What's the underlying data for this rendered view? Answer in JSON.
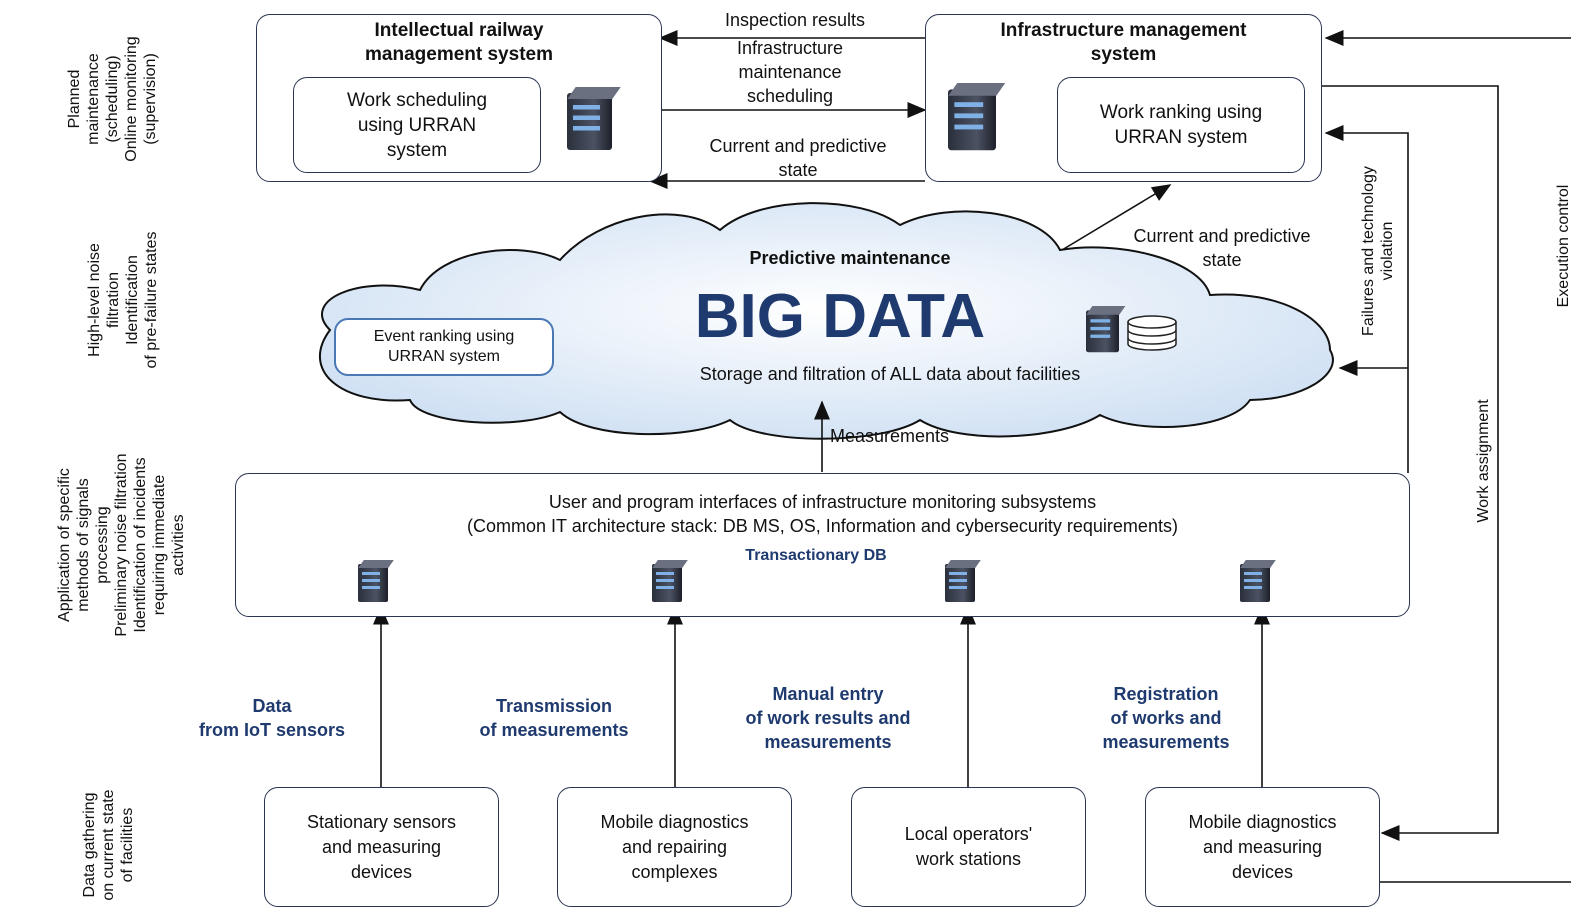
{
  "top_left_box": {
    "title": "Intellectual railway\nmanagement system",
    "inner": "Work scheduling\nusing URRAN\nsystem"
  },
  "top_right_box": {
    "title": "Infrastructure management\nsystem",
    "inner": "Work ranking using\nURRAN system"
  },
  "arrows_between": {
    "inspection": "Inspection results",
    "scheduling": "Infrastructure\nmaintenance\nscheduling",
    "state": "Current and predictive\nstate"
  },
  "cloud": {
    "subtitle": "Predictive maintenance",
    "big": "BIG DATA",
    "storage": "Storage and filtration of ALL data about facilities",
    "event_box": "Event ranking using\nURRAN system"
  },
  "cloud_arrow_label": "Current and predictive\nstate",
  "failures_label": "Failures and technology\nviolation",
  "work_assignment": "Work assignment",
  "execution_control": "Execution control",
  "measurements": "Measurements",
  "middle_box": {
    "line1": "User and program interfaces of infrastructure monitoring subsystems",
    "line2": "(Common IT architecture stack: DB MS, OS, Information and cybersecurity requirements)",
    "db_label": "Transactionary DB"
  },
  "flows": [
    "Data\nfrom IoT sensors",
    "Transmission\nof measurements",
    "Manual entry\nof work results and\nmeasurements",
    "Registration\nof works and\nmeasurements"
  ],
  "bottom_boxes": [
    "Stationary sensors\nand measuring\ndevices",
    "Mobile diagnostics\nand repairing\ncomplexes",
    "Local operators'\nwork stations",
    "Mobile diagnostics\nand measuring\ndevices"
  ],
  "left_labels": {
    "planned": "Planned\nmaintenance\n(scheduling)\nOnline monitoring\n(supervision)",
    "high_level": "High-level noise\nfiltration\nIdentification\nof pre-failure states",
    "application": "Application of specific\nmethods of signals\nprocessing\nPreliminary noise filtration\nIdentification of incidents\nrequiring immediate\nactivities",
    "gathering": "Data gathering\non current state\nof facilities"
  },
  "colors": {
    "stroke": "#2b3552",
    "accent_blue": "#1f3a6e",
    "cloud_fill": "#eaf2fb"
  }
}
